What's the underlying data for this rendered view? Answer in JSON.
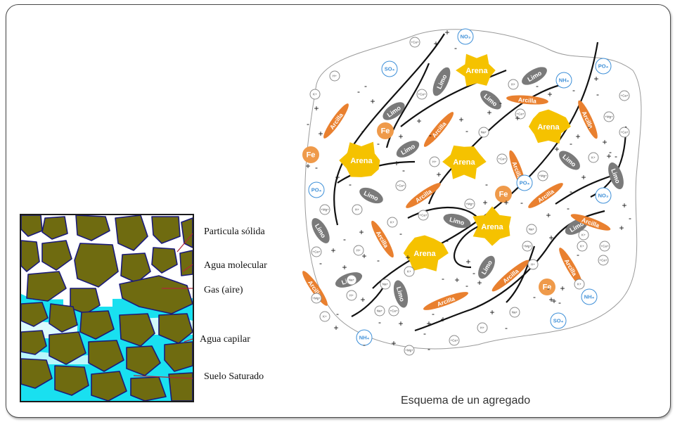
{
  "soil_diagram": {
    "labels": {
      "solid": "Particula sólida",
      "molecular": "Agua molecular",
      "gas": "Gas (aire)",
      "capillary": "Agua capilar",
      "saturated": "Suelo Saturado"
    },
    "colors": {
      "particle": "#6f6b10",
      "particle_outline": "#1a1a7a",
      "water": "#19e0f0",
      "leader": "#b0263a"
    }
  },
  "aggregate": {
    "caption": "Esquema de un agregado",
    "components": {
      "sand": "Arena",
      "silt": "Limo",
      "clay": "Arcilla",
      "iron": "Fe"
    },
    "ions": {
      "po4": "PO₄",
      "so4": "SO₄",
      "no3": "NO₃",
      "nh4": "NH₄",
      "ca": "+Ca+",
      "mg": "+Mg+",
      "k": "K+",
      "h": "H+",
      "na": "Na+"
    },
    "colors": {
      "sand": "#f5c200",
      "silt": "#7a7a7a",
      "clay": "#e9802f",
      "iron": "#ef9a4a",
      "ion_blue": "#3d8fd8"
    }
  }
}
